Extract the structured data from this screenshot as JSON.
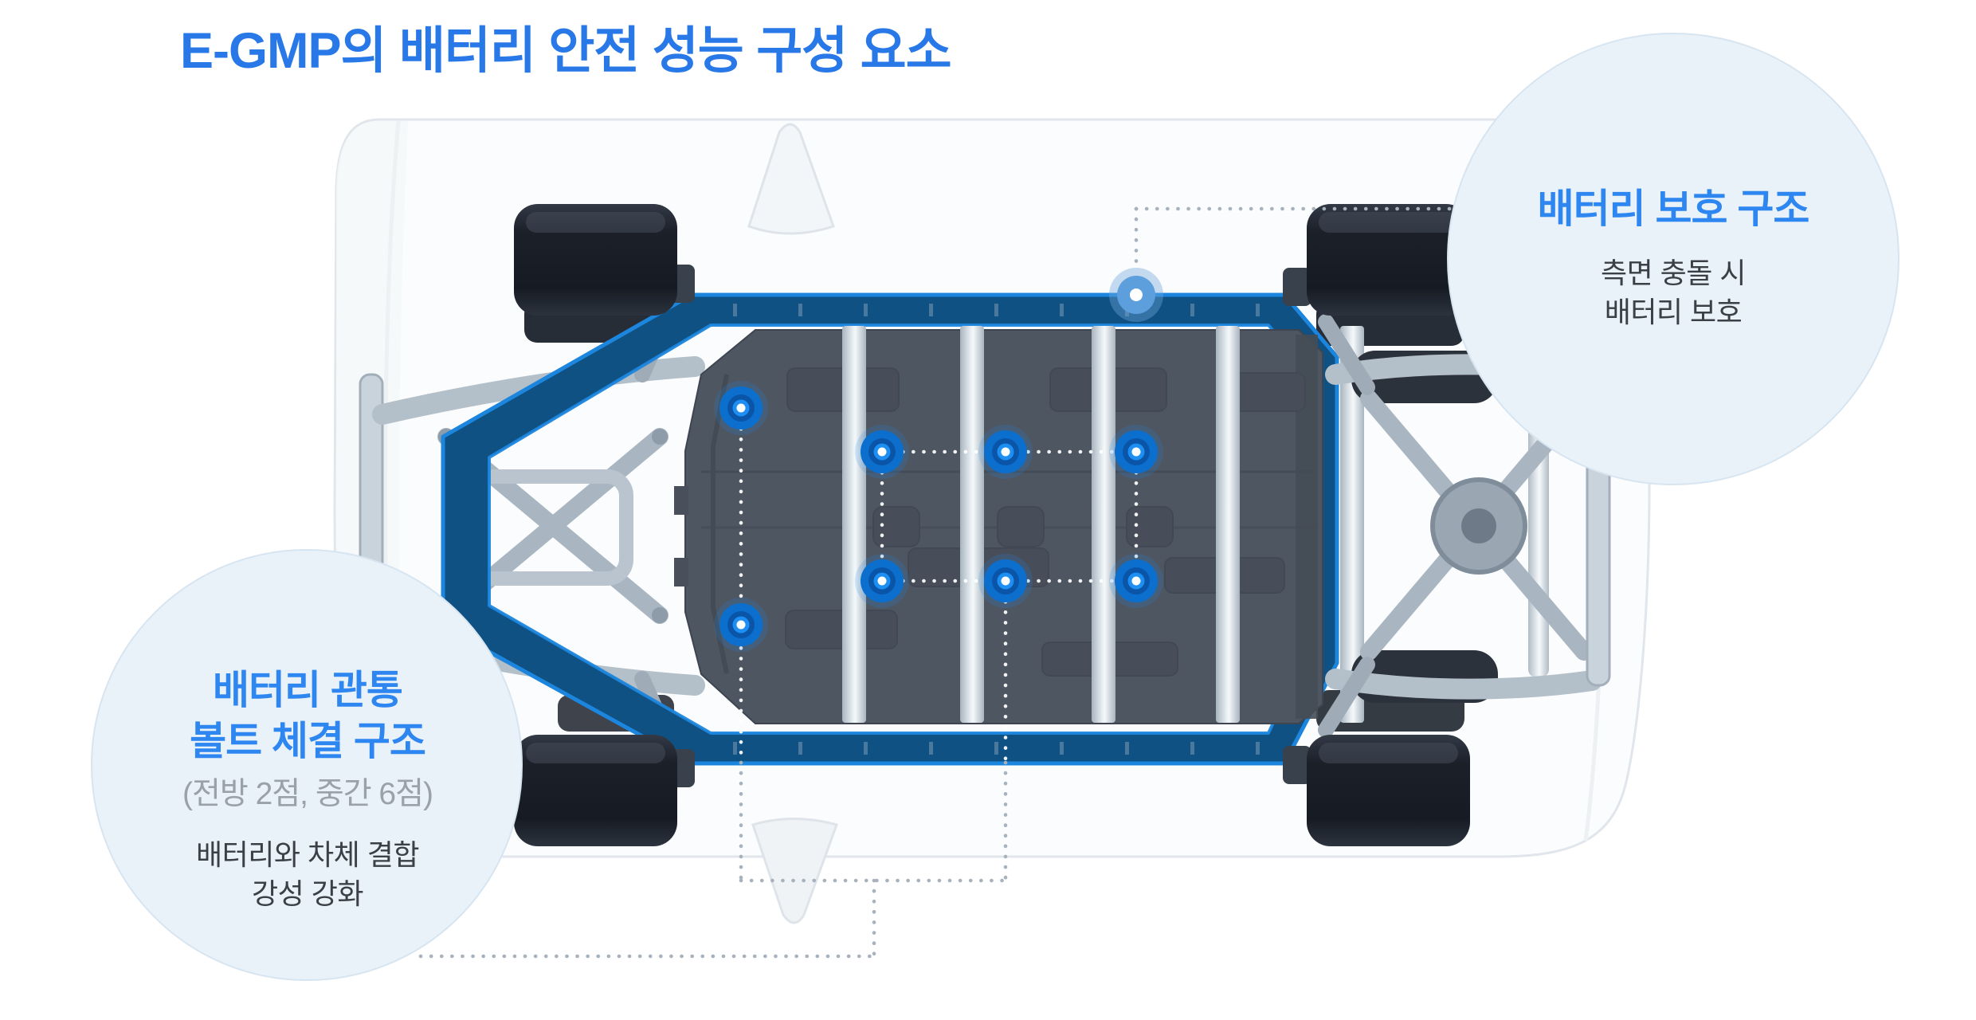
{
  "header": {
    "title": "E-GMP의 배터리 안전 성능 구성 요소",
    "title_color": "#2878E8"
  },
  "callouts": {
    "protection": {
      "title": "배터리 보호 구조",
      "desc_lines": [
        "측면 충돌 시",
        "배터리 보호"
      ]
    },
    "bolting": {
      "title_lines": [
        "배터리 관통",
        "볼트 체결 구조"
      ],
      "note": "(전방 2점, 중간 6점)",
      "desc_lines": [
        "배터리와 차체 결합",
        "강성 강화"
      ]
    }
  },
  "diagram": {
    "bolt_markers": {
      "front_count": 2,
      "middle_count": 6,
      "side_rail_count": 1
    },
    "icons": {
      "bolt_marker": "blue-bolt-point-with-white-center",
      "rail_bolt_marker": "light-blue-bolt-point-with-white-center"
    },
    "colors": {
      "callout_bubble": "#E9F1F9",
      "callout_title": "#2E86F0",
      "body_text": "#3B4046",
      "muted_text": "#9BA1AB",
      "battery": "#4E5662",
      "frame_fill": "#0F5182",
      "frame_edge": "#1C86DE",
      "bolt": "#0C6FCE"
    }
  }
}
